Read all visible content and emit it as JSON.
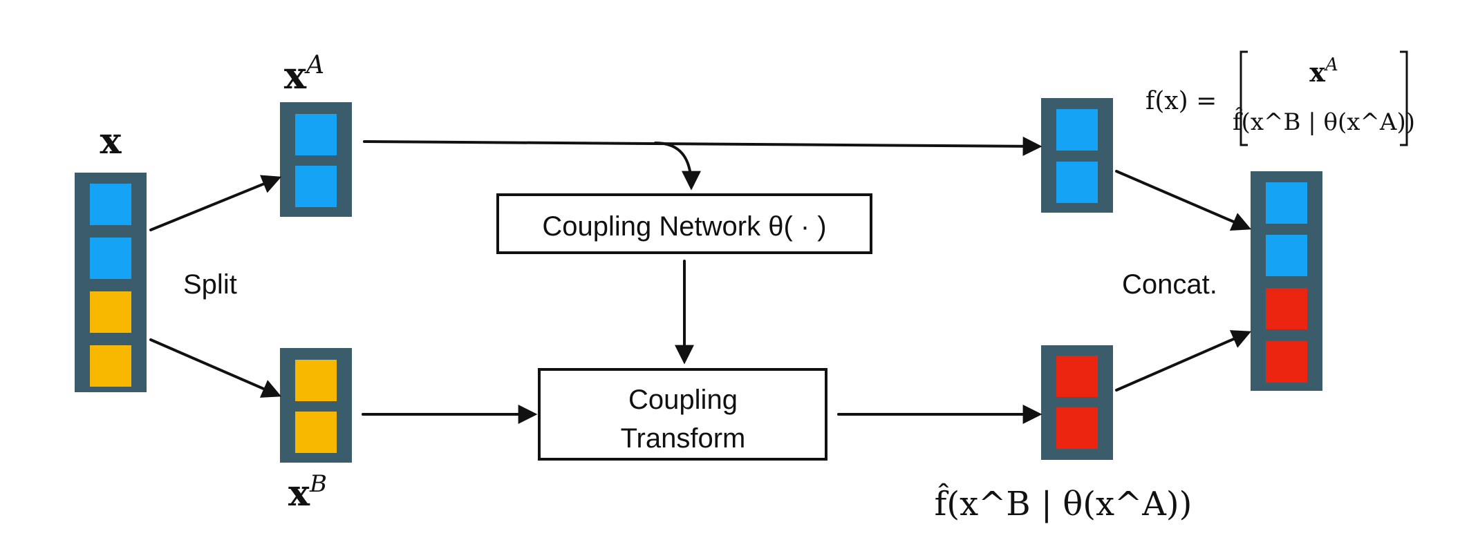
{
  "colors": {
    "frame": "#3b5d6b",
    "blue": "#14a3f5",
    "yellow": "#f8b800",
    "red": "#ec2510",
    "ink": "#111111"
  },
  "labels": {
    "x": "x",
    "xa_base": "x",
    "xa_sup": "A",
    "xb_base": "x",
    "xb_sup": "B",
    "split": "Split",
    "concat": "Concat.",
    "coupling_network": "Coupling Network θ( · )",
    "coupling_transform_line1": "Coupling",
    "coupling_transform_line2": "Transform"
  },
  "formula_output": {
    "lhs": "f(x) =",
    "top_base": "x",
    "top_sup": "A",
    "bottom": "f̂(x^B | θ(x^A))"
  },
  "formula_transform": {
    "text": "f̂(x^B | θ(x^A))"
  },
  "icons": {
    "arrow": "arrow-icon"
  }
}
